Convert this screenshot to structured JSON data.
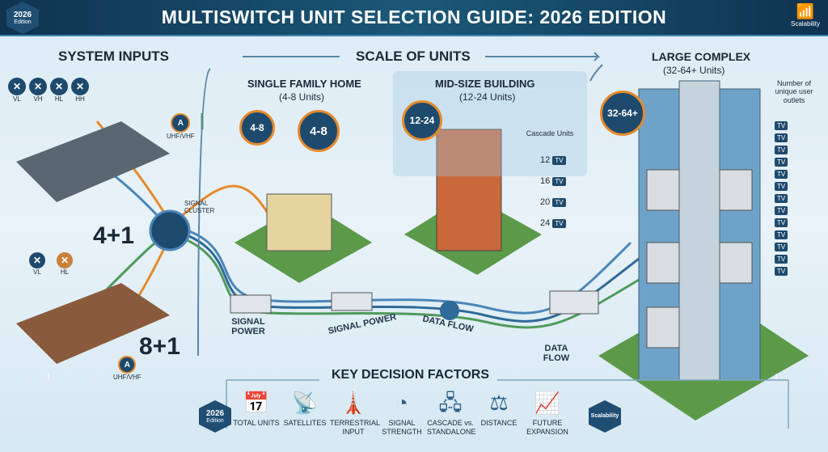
{
  "header": {
    "title": "MULTISWITCH UNIT SELECTION GUIDE: 2026 EDITION",
    "edition_badge": {
      "year": "2026",
      "label": "Edition"
    },
    "scalability_badge": "Scalability"
  },
  "inputs": {
    "title": "SYSTEM INPUTS",
    "lnbs": [
      "VL",
      "VH",
      "HL",
      "HH"
    ],
    "antenna_label": "UHF/VHF",
    "config_small": "4+1",
    "small_lnbs": [
      "VL",
      "HL"
    ],
    "config_large": "8+1",
    "antenna_label_2": "UHF/VHF",
    "cluster_label": "SIGNAL CLUSTER"
  },
  "scale": {
    "title": "SCALE OF UNITS",
    "single": {
      "title": "SINGLE FAMILY HOME",
      "units": "(4-8 Units)",
      "badges": [
        "4-8",
        "4-8"
      ]
    },
    "mid": {
      "title": "MID-SIZE BUILDING",
      "units": "(12-24 Units)",
      "badge": "12-24",
      "cascade_label": "Cascade Units",
      "cascade": [
        "12",
        "16",
        "20",
        "24"
      ],
      "tv": "TV"
    },
    "large": {
      "title": "LARGE COMPLEX",
      "units": "(32-64+ Units)",
      "badge": "32-64+",
      "outlets_label": "Number of unique user outlets",
      "tv": "TV"
    }
  },
  "flows": [
    "SIGNAL POWER",
    "SIGNAL POWER",
    "DATA FLOW",
    "DATA FLOW"
  ],
  "factors": {
    "title": "KEY DECISION FACTORS",
    "items": [
      {
        "label": "TOTAL UNITS",
        "icon": "calendar-icon"
      },
      {
        "label": "SATELLITES",
        "icon": "satellite-icon"
      },
      {
        "label": "TERRESTRIAL INPUT",
        "icon": "tower-icon"
      },
      {
        "label": "SIGNAL STRENGTH",
        "icon": "gauge-icon"
      },
      {
        "label": "CASCADE vs. STANDALONE",
        "icon": "network-icon"
      },
      {
        "label": "DISTANCE",
        "icon": "scale-icon"
      },
      {
        "label": "FUTURE EXPANSION",
        "icon": "growth-chart-icon"
      }
    ]
  },
  "colors": {
    "header": "#0f3350",
    "accent": "#e58a2d",
    "cable_blue": "#4a86b8",
    "cable_green": "#4f9a5c"
  }
}
